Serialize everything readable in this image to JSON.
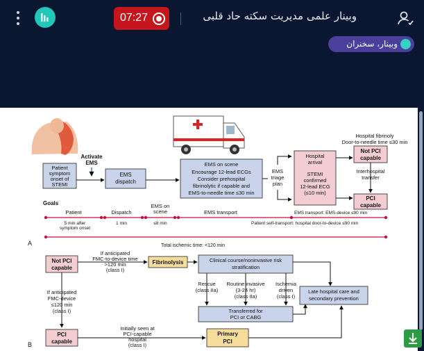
{
  "header": {
    "time": "07:27",
    "title": "وبینار علمی مدیریت سکته حاد قلبی",
    "chip": "وبینار، سخنران"
  },
  "diagram": {
    "activate_ems": [
      "Activate",
      "EMS"
    ],
    "patient_symptom": [
      "Patient",
      "symptom",
      "onset of",
      "STEMI"
    ],
    "ems_dispatch": [
      "EMS",
      "dispatch"
    ],
    "ems_scene": [
      "EMS on scene",
      "Encourage 12-lead ECGs",
      "Consider prehospital",
      "fibrinolytic if capable and",
      "EMS-to-needle time ≤30 min"
    ],
    "ems_triage": [
      "EMS",
      "triage",
      "plan"
    ],
    "hospital_arrival": [
      "Hospital",
      "arrival"
    ],
    "stemi_confirmed": [
      "STEMI",
      "confirmed",
      "12-lead ECG",
      "(≤10 min)"
    ],
    "hospital_fibrinolysis": [
      "Hospital fibrinoly",
      "Door-to-needle time ≤30 min"
    ],
    "not_pci_capable_top": [
      "Not PCI",
      "capable"
    ],
    "interhospital_transfer": [
      "Interhospital",
      "transfer"
    ],
    "pci_capable_top": [
      "PCI",
      "capable"
    ],
    "goals": "Goals",
    "tl_patient": "Patient",
    "tl_dispatch": "Dispatch",
    "tl_ems_on_scene": [
      "EMS on",
      "scene"
    ],
    "tl_ems_transport": "EMS transport",
    "tl_ems_device": "EMS transport: EMS-device ≤90 min",
    "tl_5min": [
      "5 min after",
      "symptom onset"
    ],
    "tl_1min": "1 min",
    "tl_8min": "≤8 min",
    "tl_self_transport": "Patient self-transport: hospital door-to-device ≤90 min",
    "label_a": "A",
    "total_ischemic": "Total ischemic time: <120 min",
    "not_pci_capable_b": [
      "Not PCI",
      "capable"
    ],
    "if_anticipated_top": [
      "If anticipated",
      "FMC-to-device time",
      ">120 min",
      "(class I)"
    ],
    "fibrinolysis": "Fibrinolysis",
    "clinical_course": [
      "Clinical course/noninvasive risk",
      "stratification"
    ],
    "rescue": [
      "Rescue",
      "(class IIa)"
    ],
    "routine_invasive": [
      "Routine invasive",
      "(3-24 hr)",
      "(class IIa)"
    ],
    "ischemia_driven": [
      "Ischemia",
      "driven",
      "(class I)"
    ],
    "late_hospital_care": [
      "Late hospital care and",
      "secondary prevention"
    ],
    "transferred_for": [
      "Transferred for",
      "PCI or CABG"
    ],
    "if_anticipated_left": [
      "If anticipated",
      "FMC-device",
      "≤120 min",
      "(class I)"
    ],
    "pci_capable_b": [
      "PCI",
      "capable"
    ],
    "initially_seen": [
      "Initially seen at",
      "PCI-capable",
      "hospital",
      "(class I)"
    ],
    "primary_pci": [
      "Primary",
      "PCI"
    ],
    "label_b": "B"
  }
}
